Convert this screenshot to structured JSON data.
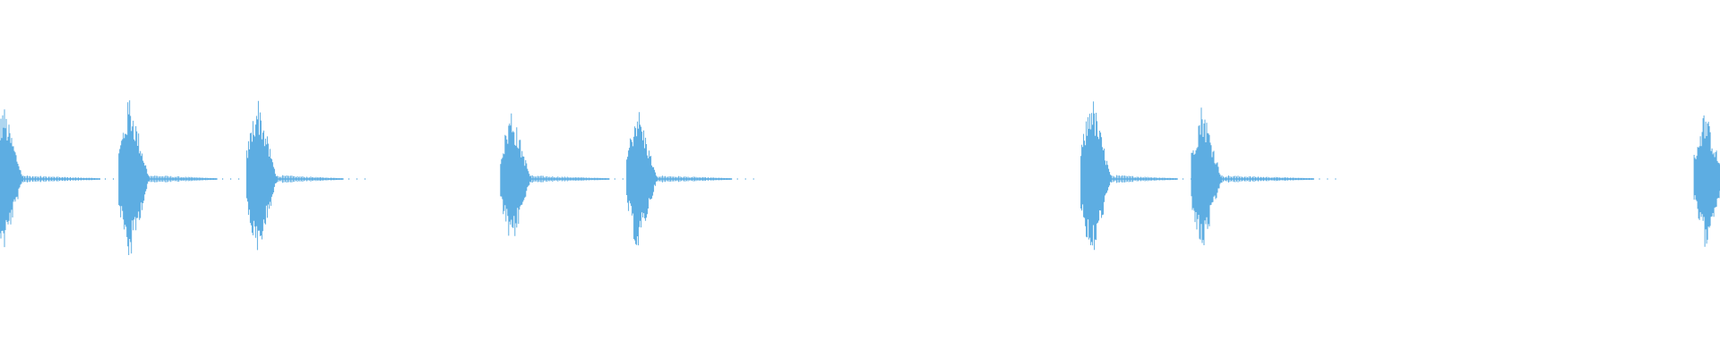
{
  "waveform": {
    "color": "#5DADE2",
    "background": "#FFFFFF",
    "duration": 1.0,
    "clip_start_times": [
      0.0,
      0.073,
      0.147,
      0.294,
      0.367,
      0.63,
      0.694,
      0.985
    ],
    "clip_peak_amplitudes": [
      0.85,
      0.97,
      0.96,
      0.82,
      0.86,
      0.99,
      0.88,
      0.8
    ],
    "events": [
      {
        "start": 0.0,
        "peak": 0.85,
        "tail_end": 0.062
      },
      {
        "start": 0.073,
        "peak": 0.97,
        "tail_end": 0.13
      },
      {
        "start": 0.147,
        "peak": 0.96,
        "tail_end": 0.203
      },
      {
        "start": 0.294,
        "peak": 0.82,
        "tail_end": 0.357
      },
      {
        "start": 0.367,
        "peak": 0.86,
        "tail_end": 0.428
      },
      {
        "start": 0.63,
        "peak": 0.99,
        "tail_end": 0.686
      },
      {
        "start": 0.694,
        "peak": 0.88,
        "tail_end": 0.765
      },
      {
        "start": 0.985,
        "peak": 0.8,
        "tail_end": 1.0
      }
    ]
  }
}
